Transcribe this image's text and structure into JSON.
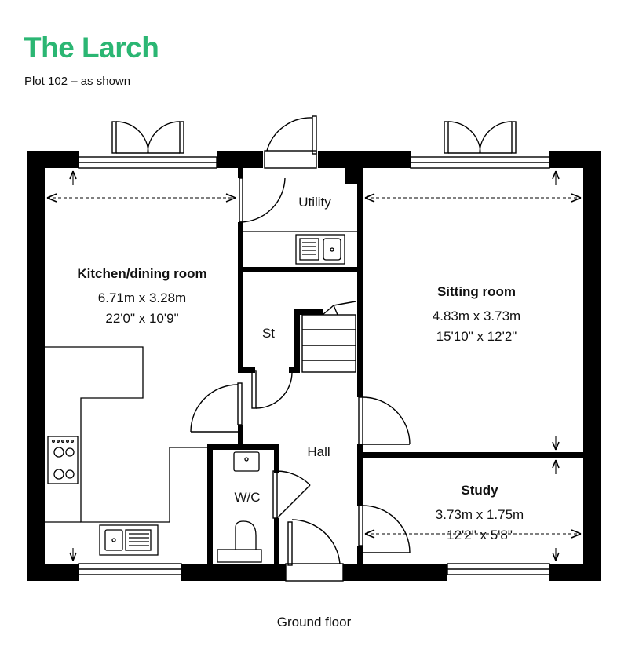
{
  "header": {
    "title": "The Larch",
    "subtitle": "Plot 102 – as shown"
  },
  "footer": {
    "floor_label": "Ground floor"
  },
  "rooms": {
    "kitchen": {
      "name": "Kitchen/dining room",
      "metric": "6.71m x 3.28m",
      "imperial": "22'0\" x 10'9\""
    },
    "sitting": {
      "name": "Sitting room",
      "metric": "4.83m x 3.73m",
      "imperial": "15'10\" x 12'2\""
    },
    "study": {
      "name": "Study",
      "metric": "3.73m x 1.75m",
      "imperial": "12'2\" x 5'8\""
    },
    "utility": {
      "name": "Utility"
    },
    "store": {
      "name": "St"
    },
    "hall": {
      "name": "Hall"
    },
    "wc": {
      "name": "W/C"
    }
  },
  "colors": {
    "brand": "#2bb673",
    "wall": "#000000"
  }
}
